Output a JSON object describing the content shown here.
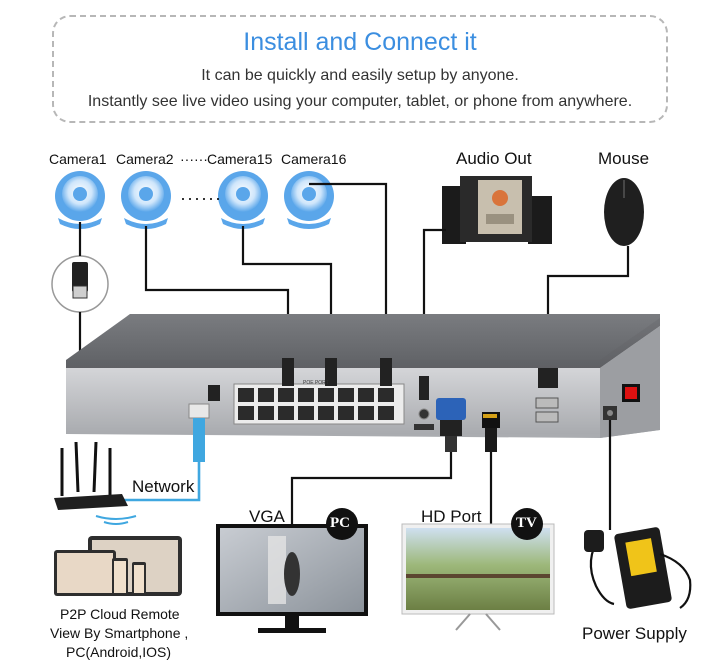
{
  "header": {
    "title": "Install and Connect it",
    "line1": "It can be quickly and easily setup by anyone.",
    "line2": "Instantly see live video using your computer, tablet, or phone from anywhere."
  },
  "cameras": {
    "cam1": "Camera1",
    "cam2": "Camera2",
    "dots": "······",
    "cam15": "Camera15",
    "cam16": "Camera16"
  },
  "devices": {
    "audio_out": "Audio Out",
    "mouse": "Mouse",
    "network": "Network",
    "vga": "VGA",
    "hd_port": "HD Port",
    "pc_badge": "PC",
    "tv_badge": "TV",
    "p2p_line1": "P2P Cloud Remote",
    "p2p_line2": "View By Smartphone ,",
    "p2p_line3": "PC(Android,IOS)",
    "power_supply": "Power Supply",
    "poe_label": "POE PORT"
  },
  "colors": {
    "accent_blue": "#3b8ee0",
    "camera_blue": "#5aa6ea",
    "nvr_body": "#8b8d91",
    "nvr_top": "#5f6165",
    "cable": "#111111",
    "network_cable": "#3fa7e0"
  },
  "icons": [
    "camera-icon",
    "speaker-icon",
    "mouse-icon",
    "router-icon",
    "monitor-icon",
    "tv-icon",
    "power-adapter-icon",
    "tablet-icon"
  ]
}
